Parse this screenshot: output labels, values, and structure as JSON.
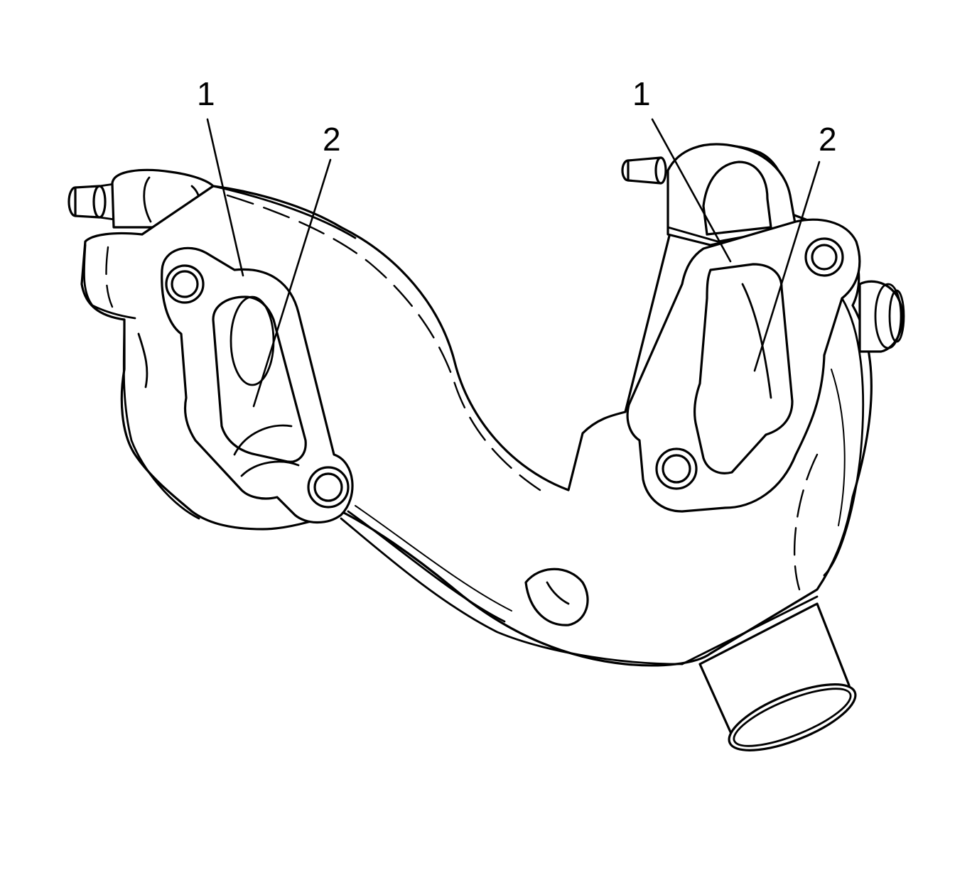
{
  "callouts": {
    "left_1": "1",
    "left_2": "2",
    "right_1": "1",
    "right_2": "2"
  },
  "colors": {
    "line": "#000000",
    "background": "#ffffff"
  }
}
